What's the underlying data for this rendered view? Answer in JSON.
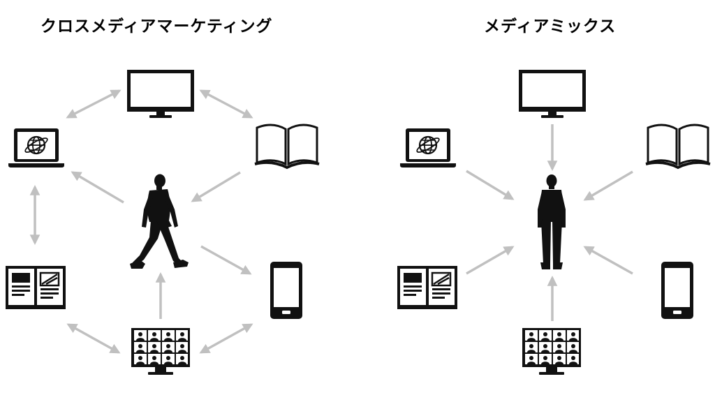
{
  "diagrams": {
    "left": {
      "title": "クロスメディアマーケティング",
      "person": "walking-person",
      "arrows": "bidirectional-ring"
    },
    "right": {
      "title": "メディアミックス",
      "person": "standing-person",
      "arrows": "converging-to-center"
    }
  },
  "media_icons": [
    "tv-monitor-icon",
    "open-book-icon",
    "smartphone-icon",
    "video-conference-icon",
    "magazine-icon",
    "laptop-web-icon"
  ],
  "colors": {
    "icon": "#111111",
    "arrow": "#c0c0c0",
    "background": "#ffffff"
  }
}
